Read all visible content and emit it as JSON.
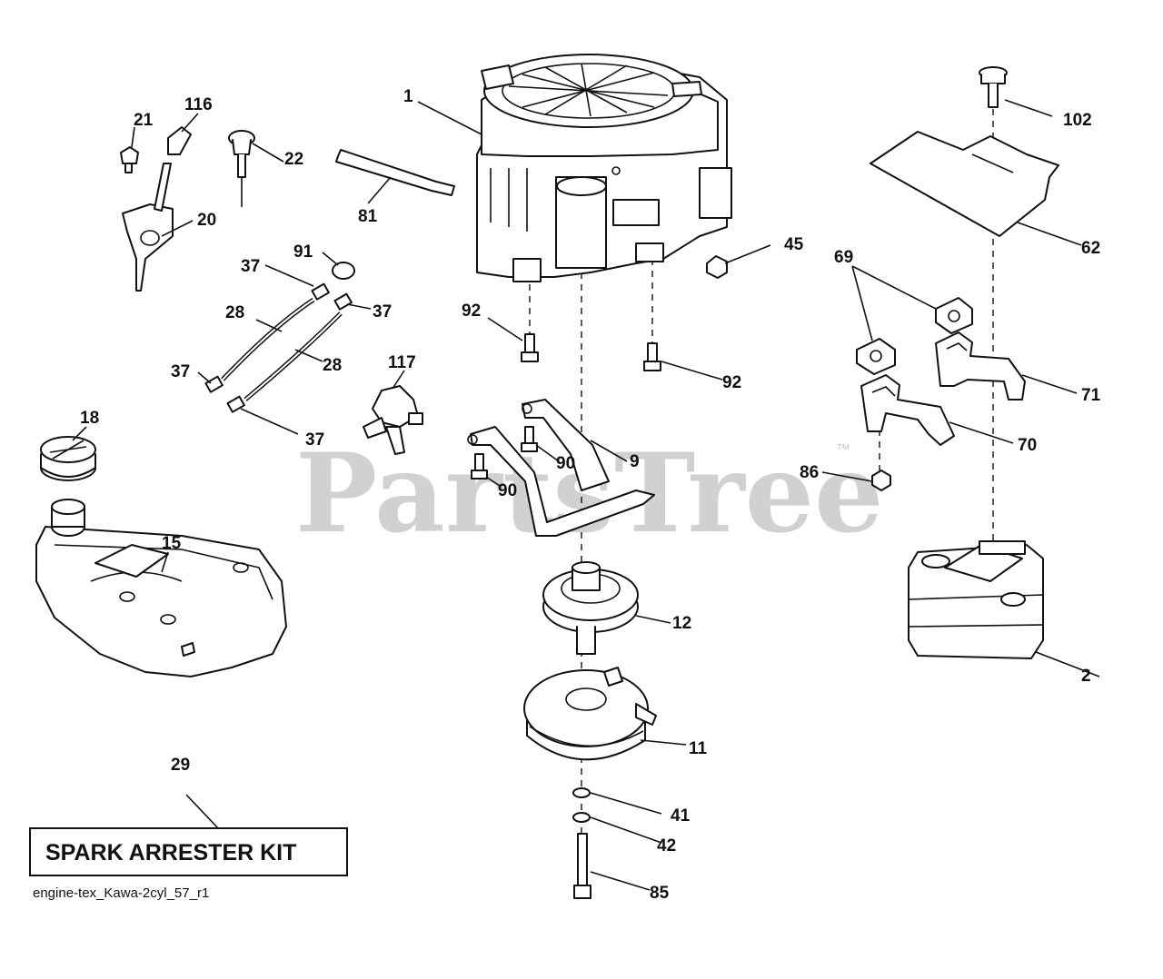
{
  "diagram": {
    "watermark": "PartsTree",
    "trademark": "™",
    "kit_label": "SPARK ARRESTER KIT",
    "footer_code": "engine-tex_Kawa-2cyl_57_r1",
    "callouts": {
      "c1": "1",
      "c2": "2",
      "c9": "9",
      "c11": "11",
      "c12": "12",
      "c15": "15",
      "c18": "18",
      "c20": "20",
      "c21": "21",
      "c22": "22",
      "c28a": "28",
      "c28b": "28",
      "c29": "29",
      "c37a": "37",
      "c37b": "37",
      "c37c": "37",
      "c37d": "37",
      "c41": "41",
      "c42": "42",
      "c45": "45",
      "c62": "62",
      "c69": "69",
      "c70": "70",
      "c71": "71",
      "c81": "81",
      "c85": "85",
      "c86": "86",
      "c90a": "90",
      "c90b": "90",
      "c91": "91",
      "c92a": "92",
      "c92b": "92",
      "c102": "102",
      "c116": "116",
      "c117": "117"
    }
  }
}
